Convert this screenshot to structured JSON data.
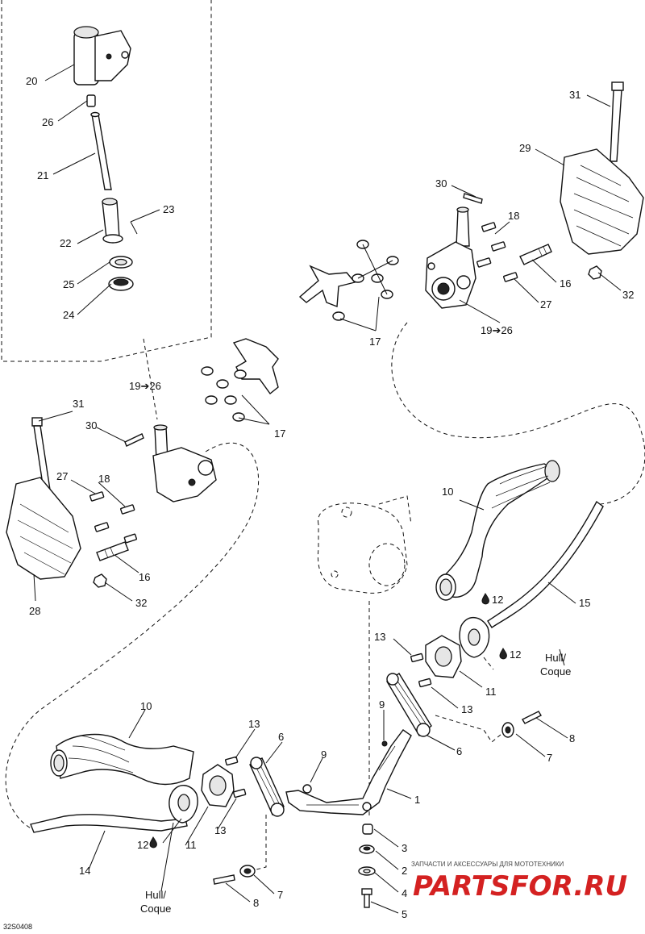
{
  "diagram": {
    "labels": {
      "l20": "20",
      "l26a": "26",
      "l21": "21",
      "l23": "23",
      "l22": "22",
      "l25": "25",
      "l24": "24",
      "l31a": "31",
      "l29": "29",
      "l30a": "30",
      "l18a": "18",
      "l16a": "16",
      "l27a": "27",
      "l32a": "32",
      "l17a": "17",
      "l1926a": "19➔26",
      "l1926b": "19➔26",
      "l17b": "17",
      "l31b": "31",
      "l30b": "30",
      "l27b": "27",
      "l18b": "18",
      "l16b": "16",
      "l28": "28",
      "l32b": "32",
      "l10a": "10",
      "l12a": "12",
      "l15": "15",
      "l13a": "13",
      "l12b": "12",
      "l11a": "11",
      "l13b": "13",
      "l9a": "9",
      "l6a": "6",
      "l8a": "8",
      "l7a": "7",
      "l10b": "10",
      "l13c": "13",
      "l6b": "6",
      "l9b": "9",
      "l1": "1",
      "l13d": "13",
      "l11b": "11",
      "l12c": "12",
      "l14": "14",
      "l3": "3",
      "l2": "2",
      "l7b": "7",
      "l4": "4",
      "l8b": "8",
      "l5": "5"
    },
    "hull_right": {
      "line1": "Hull/",
      "line2": "Coque"
    },
    "hull_left": {
      "line1": "Hull/",
      "line2": "Coque"
    },
    "code": "32S0408",
    "watermark": {
      "top": "ЗАПЧАСТИ И АКСЕССУАРЫ ДЛЯ МОТОТЕХНИКИ",
      "main": "PARTSFOR.RU"
    }
  }
}
